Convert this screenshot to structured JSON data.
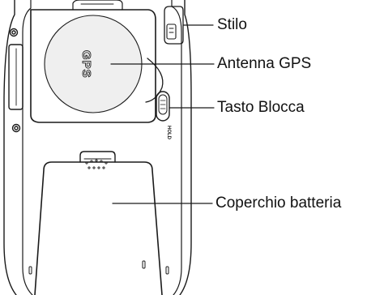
{
  "callouts": {
    "stylus": "Stilo",
    "gps_antenna": "Antenna GPS",
    "lock_key": "Tasto Blocca",
    "battery_cover": "Coperchio batteria"
  },
  "device": {
    "antenna_marking": "GPS",
    "hold_marking": "HOLD"
  },
  "colors": {
    "line": "#1a1a1a",
    "antenna_fill": "#efefef",
    "background": "#ffffff"
  }
}
